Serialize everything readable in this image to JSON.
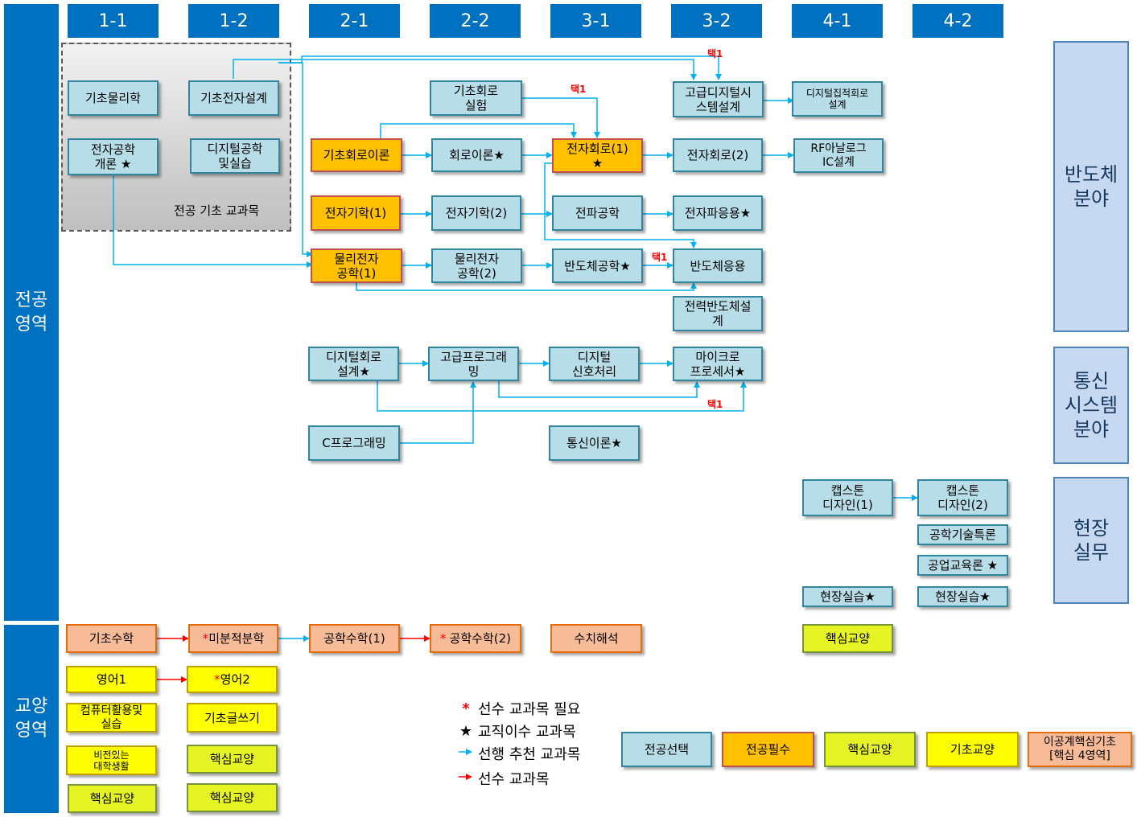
{
  "semesters": [
    "1-1",
    "1-2",
    "2-1",
    "2-2",
    "3-1",
    "3-2",
    "4-1",
    "4-2"
  ],
  "areas": {
    "major": "전공\n영역",
    "liberal": "교양\n영역"
  },
  "fields": {
    "semiconductor": "반도체\n분야",
    "communication": "통신\n시스템\n분야",
    "practice": "현장\n실무"
  },
  "foundation_label": "전공 기초 교과목",
  "courses": {
    "basic_physics": "기초물리학",
    "basic_electronics_design": "기초전자설계",
    "intro_electronics": "전자공학\n개론 ★",
    "digital_eng_lab": "디지털공학\n및실습",
    "basic_circuit_lab": "기초회로\n실험",
    "basic_circuit_theory": "기초회로이론",
    "circuit_theory": "회로이론★",
    "electronic_circuits1": "전자회로(1)\n★",
    "electronic_circuits2": "전자회로(2)",
    "advanced_digital_design": "고급디지털시\n스템설계",
    "digital_ic": "디지털집적회로\n설계",
    "rf_analog": "RF아날로그\nIC설계",
    "electromagnetics1": "전자기학(1)",
    "electromagnetics2": "전자기학(2)",
    "wave_engineering": "전파공학",
    "wave_applications": "전자파응용★",
    "physical_electronics1": "물리전자\n공학(1)",
    "physical_electronics2": "물리전자\n공학(2)",
    "semiconductor_eng": "반도체공학★",
    "semiconductor_app": "반도체응용",
    "power_semiconductor": "전력반도체설\n계",
    "digital_logic_design": "디지털회로\n설계★",
    "advanced_programming": "고급프로그래\n밍",
    "dsp": "디지털\n신호처리",
    "microprocessor": "마이크로\n프로세서★",
    "c_programming": "C프로그래밍",
    "communication_theory": "통신이론★",
    "capstone1": "캡스톤\n디자인(1)",
    "capstone2": "캡스톤\n디자인(2)",
    "eng_tech_special": "공학기술특론",
    "eng_education": "공업교육론 ★",
    "field_practice_41": "현장실습★",
    "field_practice_42": "현장실습★",
    "basic_math": "기초수학",
    "calculus": "미분적분학",
    "eng_math1": "공학수학(1)",
    "eng_math2": "공학수학(2)",
    "numerical_analysis": "수치해석",
    "core_liberal_41": "핵심교양",
    "english1": "영어1",
    "english2": "영어2",
    "computer_practice": "컴퓨터활용및\n실습",
    "basic_writing": "기초글쓰기",
    "visionary_college": "비전있는\n대학생활",
    "core_liberal_12a": "핵심교양",
    "core_liberal_11": "핵심교양",
    "core_liberal_12b": "핵심교양"
  },
  "prereq_star": "*",
  "elective_notes": [
    "택1",
    "택1",
    "택1",
    "택1"
  ],
  "legend": {
    "prereq_needed": "선수 교과목 필요",
    "teaching_course": "교직이수 교과목",
    "recommended": "선행 추천 교과목",
    "prerequisite": "선수 교과목",
    "star_mark": "*",
    "black_star": "★",
    "arrow_mark": "→"
  },
  "category_legend": {
    "major_elective": "전공선택",
    "major_required": "전공필수",
    "core_liberal": "핵심교양",
    "basic_liberal": "기초교양",
    "eng_core": "이공계핵심기초\n[핵심 4영역]"
  },
  "colors": {
    "header_blue": "#0070c0",
    "major_elective": "#b7dde8",
    "major_required": "#ffc000",
    "core_liberal": "#e6f425",
    "basic_liberal": "#ffff00",
    "eng_core": "#f8bb98",
    "recommend_arrow": "#00b0f0",
    "prereq_arrow": "#ff0000"
  }
}
